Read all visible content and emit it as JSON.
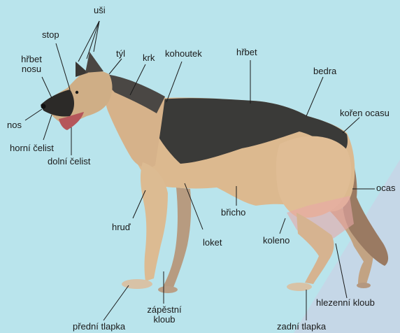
{
  "colors": {
    "background": "#b9e4ec",
    "dog_tan": "#dcb98f",
    "dog_saddle": "#3a3a38",
    "hind_highlight": "#e8a6a6"
  },
  "labels": {
    "usi": "uši",
    "stop": "stop",
    "tyl": "týl",
    "hrbet_nosu_1": "hřbet",
    "hrbet_nosu_2": "nosu",
    "krk": "krk",
    "kohoutek": "kohoutek",
    "hrbet": "hřbet",
    "bedra": "bedra",
    "koren_ocasu": "kořen ocasu",
    "nos": "nos",
    "horni_celist": "horní čelist",
    "dolni_celist": "dolní čelist",
    "ocas": "ocas",
    "bricho": "břicho",
    "hrud": "hruď",
    "loket": "loket",
    "koleno": "koleno",
    "hlezenni_kloub": "hlezenní kloub",
    "zapestni_kloub_1": "zápěstní",
    "zapestni_kloub_2": "kloub",
    "predni_tlapka": "přední tlapka",
    "zadni_tlapka": "zadní tlapka"
  }
}
